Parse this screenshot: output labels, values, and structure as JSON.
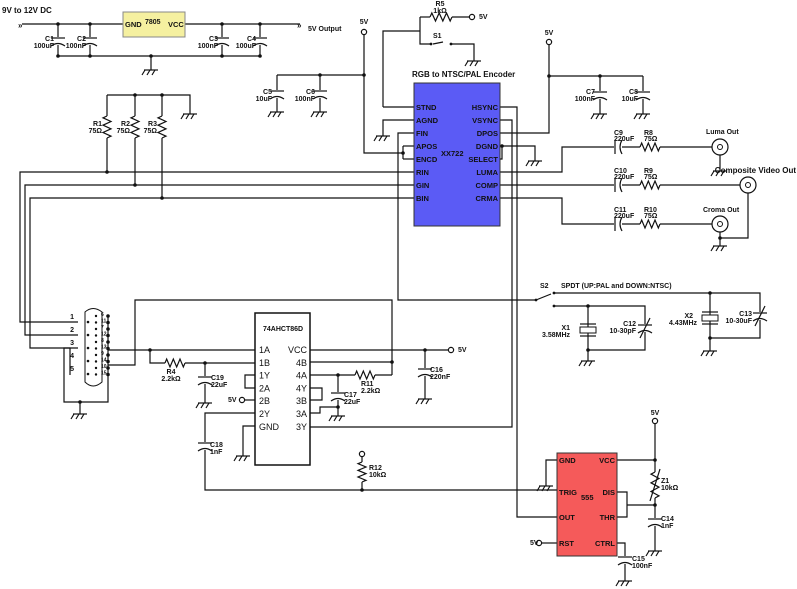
{
  "power": {
    "input_label": "9V to 12V DC",
    "output_label": "5V Output",
    "regulator": {
      "name": "7805",
      "gnd": "GND",
      "vcc": "VCC",
      "color": "#f5f0a0"
    },
    "vcc_label": "5V"
  },
  "caps": [
    {
      "ref": "C1",
      "value": "100uF"
    },
    {
      "ref": "C2",
      "value": "100nF"
    },
    {
      "ref": "C3",
      "value": "100nF"
    },
    {
      "ref": "C4",
      "value": "100uF"
    },
    {
      "ref": "C5",
      "value": "10uF"
    },
    {
      "ref": "C6",
      "value": "100nF"
    },
    {
      "ref": "C7",
      "value": "100nF"
    },
    {
      "ref": "C8",
      "value": "10uF"
    },
    {
      "ref": "C9",
      "value": "220uF"
    },
    {
      "ref": "C10",
      "value": "220uF"
    },
    {
      "ref": "C11",
      "value": "220uF"
    },
    {
      "ref": "C12",
      "value": "10-30pF"
    },
    {
      "ref": "C13",
      "value": "10-30uF"
    },
    {
      "ref": "C14",
      "value": "1nF"
    },
    {
      "ref": "C15",
      "value": "100nF"
    },
    {
      "ref": "C16",
      "value": "220nF"
    },
    {
      "ref": "C17",
      "value": "22uF"
    },
    {
      "ref": "C18",
      "value": "1nF"
    },
    {
      "ref": "C19",
      "value": "22uF"
    }
  ],
  "resistors": [
    {
      "ref": "R1",
      "value": "75Ω"
    },
    {
      "ref": "R2",
      "value": "75Ω"
    },
    {
      "ref": "R3",
      "value": "75Ω"
    },
    {
      "ref": "R4",
      "value": "2.2kΩ"
    },
    {
      "ref": "R5",
      "value": "1kΩ"
    },
    {
      "ref": "R8",
      "value": "75Ω"
    },
    {
      "ref": "R9",
      "value": "75Ω"
    },
    {
      "ref": "R10",
      "value": "75Ω"
    },
    {
      "ref": "R11",
      "value": "2.2kΩ"
    },
    {
      "ref": "R12",
      "value": "10kΩ"
    },
    {
      "ref": "Z1",
      "value": "10kΩ"
    }
  ],
  "switches": {
    "s1": "S1",
    "s2": "S2",
    "s2_desc": "SPDT (UP:PAL and DOWN:NTSC)"
  },
  "crystals": [
    {
      "ref": "X1",
      "value": "3.58MHz"
    },
    {
      "ref": "X2",
      "value": "4.43MHz"
    }
  ],
  "encoder": {
    "title": "RGB to NTSC/PAL Encoder",
    "name": "XX722",
    "color": "#5b5bf5",
    "left_pins": [
      "STND",
      "AGND",
      "FIN",
      "APOS",
      "ENCD",
      "RIN",
      "GIN",
      "BIN"
    ],
    "right_pins": [
      "HSYNC",
      "VSYNC",
      "DPOS",
      "DGND",
      "SELECT",
      "LUMA",
      "COMP",
      "CRMA"
    ]
  },
  "outputs": {
    "luma": "Luma Out",
    "composite": "Composite Video Out",
    "croma": "Croma Out"
  },
  "xor": {
    "name": "74AHCT86D",
    "left_pins": [
      "1A",
      "1B",
      "1Y",
      "2A",
      "2B",
      "2Y",
      "GND"
    ],
    "right_pins": [
      "VCC",
      "4B",
      "4A",
      "4Y",
      "3B",
      "3A",
      "3Y"
    ]
  },
  "timer": {
    "name": "555",
    "color": "#f55a5a",
    "left_pins": [
      "GND",
      "TRIG",
      "OUT",
      "RST"
    ],
    "right_pins": [
      "VCC",
      "DIS",
      "THR",
      "CTRL"
    ]
  },
  "connector": {
    "pins": [
      "1",
      "2",
      "3",
      "4",
      "5",
      "6",
      "11",
      "7",
      "12",
      "8",
      "13",
      "9",
      "14",
      "10",
      "15"
    ]
  }
}
